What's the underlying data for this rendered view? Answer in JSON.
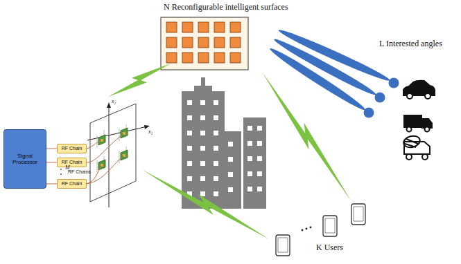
{
  "diagram": {
    "nodes": [
      {
        "text": [
          "Signal Processor"
        ]
      },
      {
        "text": [
          "RF Chain"
        ]
      },
      {
        "text": [
          "RF Chain"
        ]
      },
      {
        "text": [
          "RF Chain"
        ]
      },
      {
        "text": [
          "N Reconfigurable intelligent surfaces"
        ]
      }
    ],
    "edges": [
      {
        "from": 0,
        "to": 1,
        "arrow": "none"
      },
      {
        "from": 0,
        "to": 2,
        "arrow": "none"
      },
      {
        "from": 0,
        "to": 3,
        "arrow": "none"
      }
    ],
    "labels": [
      "M",
      "RF Chains",
      "x₂",
      "x₁",
      "L Interested angles",
      "K Users"
    ]
  }
}
